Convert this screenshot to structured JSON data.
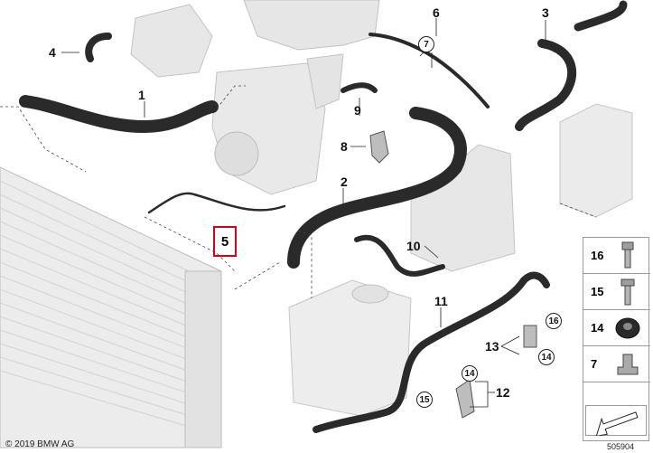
{
  "diagram": {
    "callouts": {
      "c1": "1",
      "c2": "2",
      "c3": "3",
      "c4": "4",
      "c5": "5",
      "c6": "6",
      "c8": "8",
      "c9": "9",
      "c10": "10",
      "c11": "11",
      "c12": "12",
      "c13": "13"
    },
    "circled": {
      "r7": "7",
      "r16": "16",
      "r14a": "14",
      "r14b": "14",
      "r15": "15"
    },
    "parts_panel": [
      {
        "num": "16",
        "icon": "bolt-icon"
      },
      {
        "num": "15",
        "icon": "screw-icon"
      },
      {
        "num": "14",
        "icon": "grommet-icon"
      },
      {
        "num": "7",
        "icon": "clip-icon"
      }
    ],
    "copyright": "© 2019 BMW AG",
    "image_id": "505904",
    "colors": {
      "hose": "#2a2a2a",
      "component": "#e8e8e8",
      "highlight": "#d0021b",
      "leader": "#222222"
    }
  }
}
